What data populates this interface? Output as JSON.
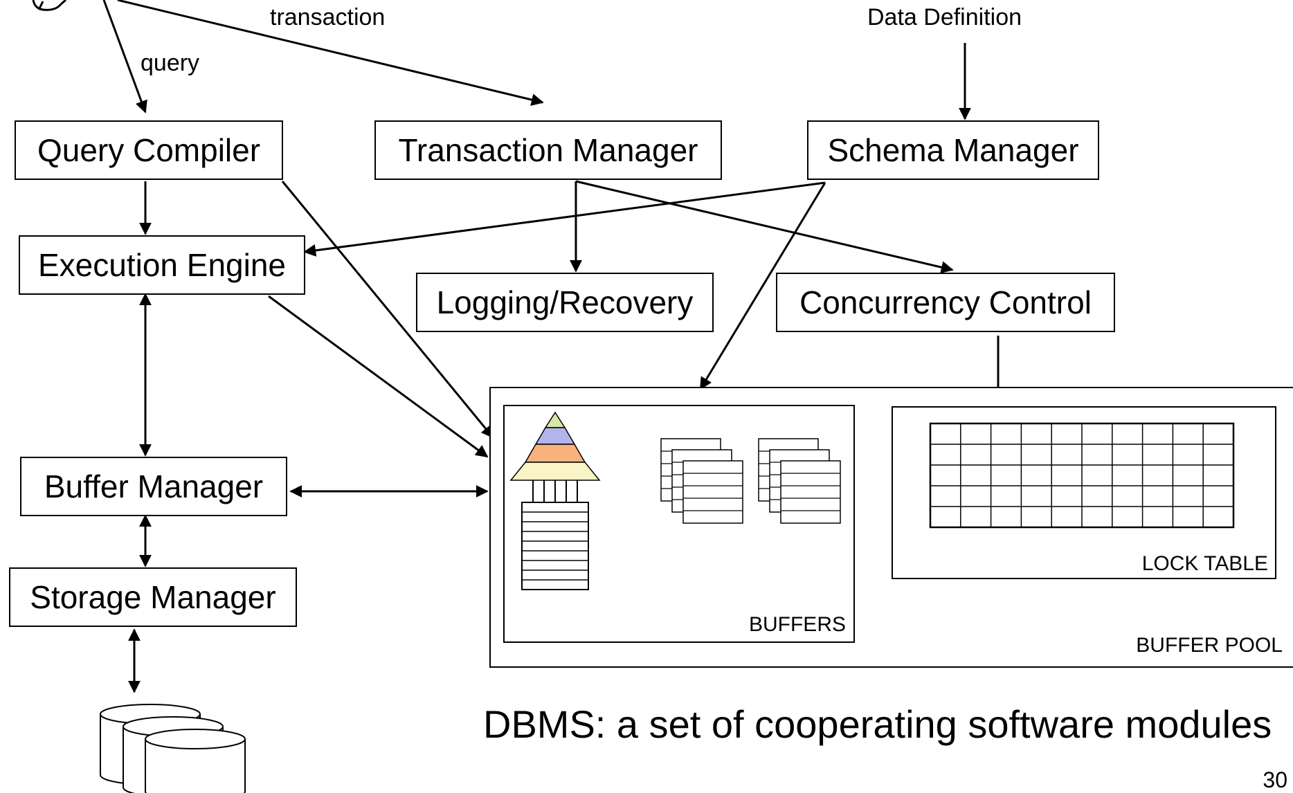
{
  "flow_labels": {
    "transaction": "transaction",
    "query": "query",
    "data_definition": "Data Definition"
  },
  "modules": {
    "query_compiler": "Query Compiler",
    "transaction_manager": "Transaction Manager",
    "schema_manager": "Schema Manager",
    "execution_engine": "Execution Engine",
    "logging_recovery": "Logging/Recovery",
    "concurrency_control": "Concurrency Control",
    "buffer_manager": "Buffer Manager",
    "storage_manager": "Storage Manager"
  },
  "buffer_pool": {
    "label": "BUFFER POOL",
    "buffers_label": "BUFFERS",
    "lock_table_label": "LOCK TABLE",
    "lock_table_rows": 5,
    "lock_table_cols": 10,
    "pyramid_colors": [
      "#d6e7a8",
      "#b4b4ec",
      "#f7b27d",
      "#fbf4c6"
    ]
  },
  "caption": "DBMS: a set of cooperating software modules",
  "page_number": "30"
}
